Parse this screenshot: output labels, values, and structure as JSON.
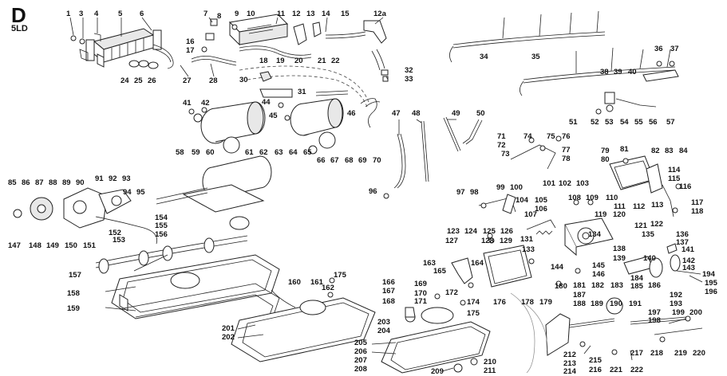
{
  "header": {
    "section_letter": "D",
    "engine_code": "5LD"
  },
  "part_labels": {
    "l1": "1",
    "l3": "3",
    "l4": "4",
    "l5": "5",
    "l6": "6",
    "l7": "7",
    "l8": "8",
    "l9": "9",
    "l10": "10",
    "l11": "11",
    "l12": "12",
    "l13": "13",
    "l14": "14",
    "l15": "15",
    "l12a": "12a",
    "l16": "16",
    "l17": "17",
    "l18": "18",
    "l19": "19",
    "l20": "20",
    "l21": "21",
    "l22": "22",
    "l24": "24",
    "l25": "25",
    "l26": "26",
    "l27": "27",
    "l28": "28",
    "l30": "30",
    "l31": "31",
    "l32": "32",
    "l33": "33",
    "l34": "34",
    "l35": "35",
    "l36": "36",
    "l37": "37",
    "l38": "38",
    "l39": "39",
    "l40": "40",
    "l41": "41",
    "l42": "42",
    "l44": "44",
    "l45": "45",
    "l46": "46",
    "l47": "47",
    "l48": "48",
    "l49": "49",
    "l50": "50",
    "l51": "51",
    "l52": "52",
    "l53": "53",
    "l54": "54",
    "l55": "55",
    "l56": "56",
    "l57": "57",
    "l58": "58",
    "l59": "59",
    "l60": "60",
    "l61": "61",
    "l62": "62",
    "l63": "63",
    "l64": "64",
    "l65": "65",
    "l66": "66",
    "l67": "67",
    "l68": "68",
    "l69": "69",
    "l70": "70",
    "l71": "71",
    "l72": "72",
    "l73": "73",
    "l74": "74",
    "l75": "75",
    "l76": "76",
    "l77": "77",
    "l78": "78",
    "l79": "79",
    "l80": "80",
    "l81": "81",
    "l82": "82",
    "l83": "83",
    "l84": "84",
    "l85": "85",
    "l86": "86",
    "l87": "87",
    "l88": "88",
    "l89": "89",
    "l90": "90",
    "l91": "91",
    "l92": "92",
    "l93": "93",
    "l94": "94",
    "l95": "95",
    "l96": "96",
    "l97": "97",
    "l98": "98",
    "l99": "99",
    "l100": "100",
    "l101": "101",
    "l102": "102",
    "l103": "103",
    "l104": "104",
    "l105": "105",
    "l106": "106",
    "l107": "107",
    "l108": "108",
    "l109": "109",
    "l110": "110",
    "l111": "111",
    "l112": "112",
    "l113": "113",
    "l114": "114",
    "l115": "115",
    "l116": "116",
    "l117": "117",
    "l118": "118",
    "l119": "119",
    "l120": "120",
    "l121": "121",
    "l122": "122",
    "l123": "123",
    "l124": "124",
    "l125": "125",
    "l126": "126",
    "l127": "127",
    "l128": "128",
    "l129": "129",
    "l131": "131",
    "l133": "133",
    "l134": "134",
    "l135": "135",
    "l136": "136",
    "l137": "137",
    "l138": "138",
    "l139": "139",
    "l140": "140",
    "l141": "141",
    "l142": "142",
    "l143": "143",
    "l144": "144",
    "l145": "145",
    "l146": "146",
    "l147": "147",
    "l148": "148",
    "l149": "149",
    "l150": "150",
    "l151": "151",
    "l152": "152",
    "l153": "153",
    "l154": "154",
    "l155": "155",
    "l156": "156",
    "l157": "157",
    "l158": "158",
    "l159": "159",
    "l160": "160",
    "l161": "161",
    "l162": "162",
    "l163": "163",
    "l164": "164",
    "l165": "165",
    "l166": "166",
    "l167": "167",
    "l168": "168",
    "l169": "169",
    "l170": "170",
    "l171": "171",
    "l172": "172",
    "l174": "174",
    "l175a": "175",
    "l175b": "175",
    "l176": "176",
    "l178": "178",
    "l179": "179",
    "l180": "180",
    "l181": "181",
    "l182": "182",
    "l183": "183",
    "l184": "184",
    "l185": "185",
    "l186": "186",
    "l187": "187",
    "l188": "188",
    "l189": "189",
    "l190": "190",
    "l191": "191",
    "l192": "192",
    "l193": "193",
    "l194": "194",
    "l195": "195",
    "l196": "196",
    "l197": "197",
    "l198": "198",
    "l199": "199",
    "l200": "200",
    "l201": "201",
    "l202": "202",
    "l203": "203",
    "l204": "204",
    "l205": "205",
    "l206": "206",
    "l207": "207",
    "l208": "208",
    "l209": "209",
    "l210": "210",
    "l211": "211",
    "l212": "212",
    "l213": "213",
    "l214": "214",
    "l215": "215",
    "l216": "216",
    "l217": "217",
    "l218": "218",
    "l219": "219",
    "l220": "220",
    "l221": "221",
    "l222": "222"
  }
}
